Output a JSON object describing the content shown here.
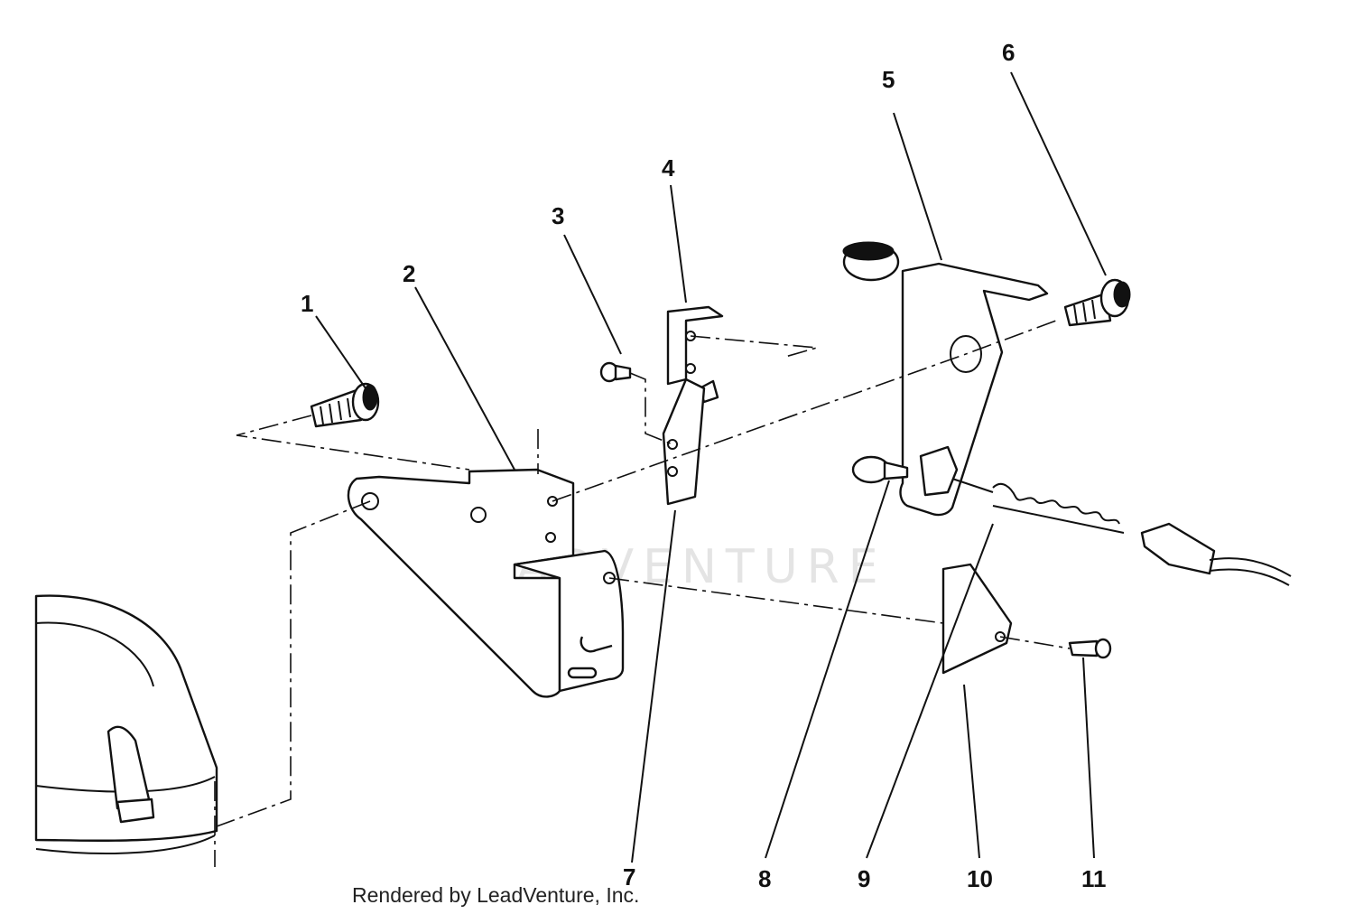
{
  "diagram": {
    "watermark": "LEADVENTURE",
    "credit": "Rendered by LeadVenture, Inc.",
    "callouts": [
      "1",
      "2",
      "3",
      "4",
      "5",
      "6",
      "7",
      "8",
      "9",
      "10",
      "11"
    ]
  }
}
